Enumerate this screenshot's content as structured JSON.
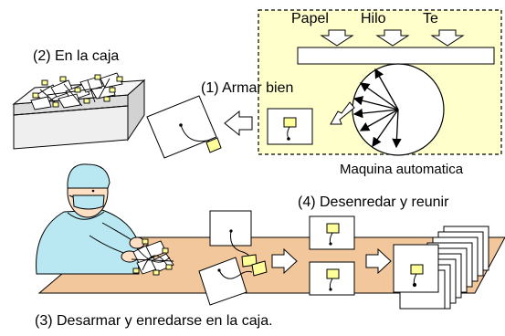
{
  "machine": {
    "inputs": [
      "Papel",
      "Hilo",
      "Te"
    ],
    "label": "Maquina automatica"
  },
  "steps": {
    "armar": "(1) Armar bien",
    "caja": "(2) En la caja",
    "desarmar": "(3) Desarmar y enredarse en la caja.",
    "desenredar": "(4) Desenredar y reunir"
  },
  "colors": {
    "machine_bg": "#ffffcc",
    "tag": "#ffff99",
    "conveyor": "#f3c79c",
    "worker": "#b9e8f2",
    "box": "#efefef",
    "arrow_fill": "#ffffff"
  }
}
